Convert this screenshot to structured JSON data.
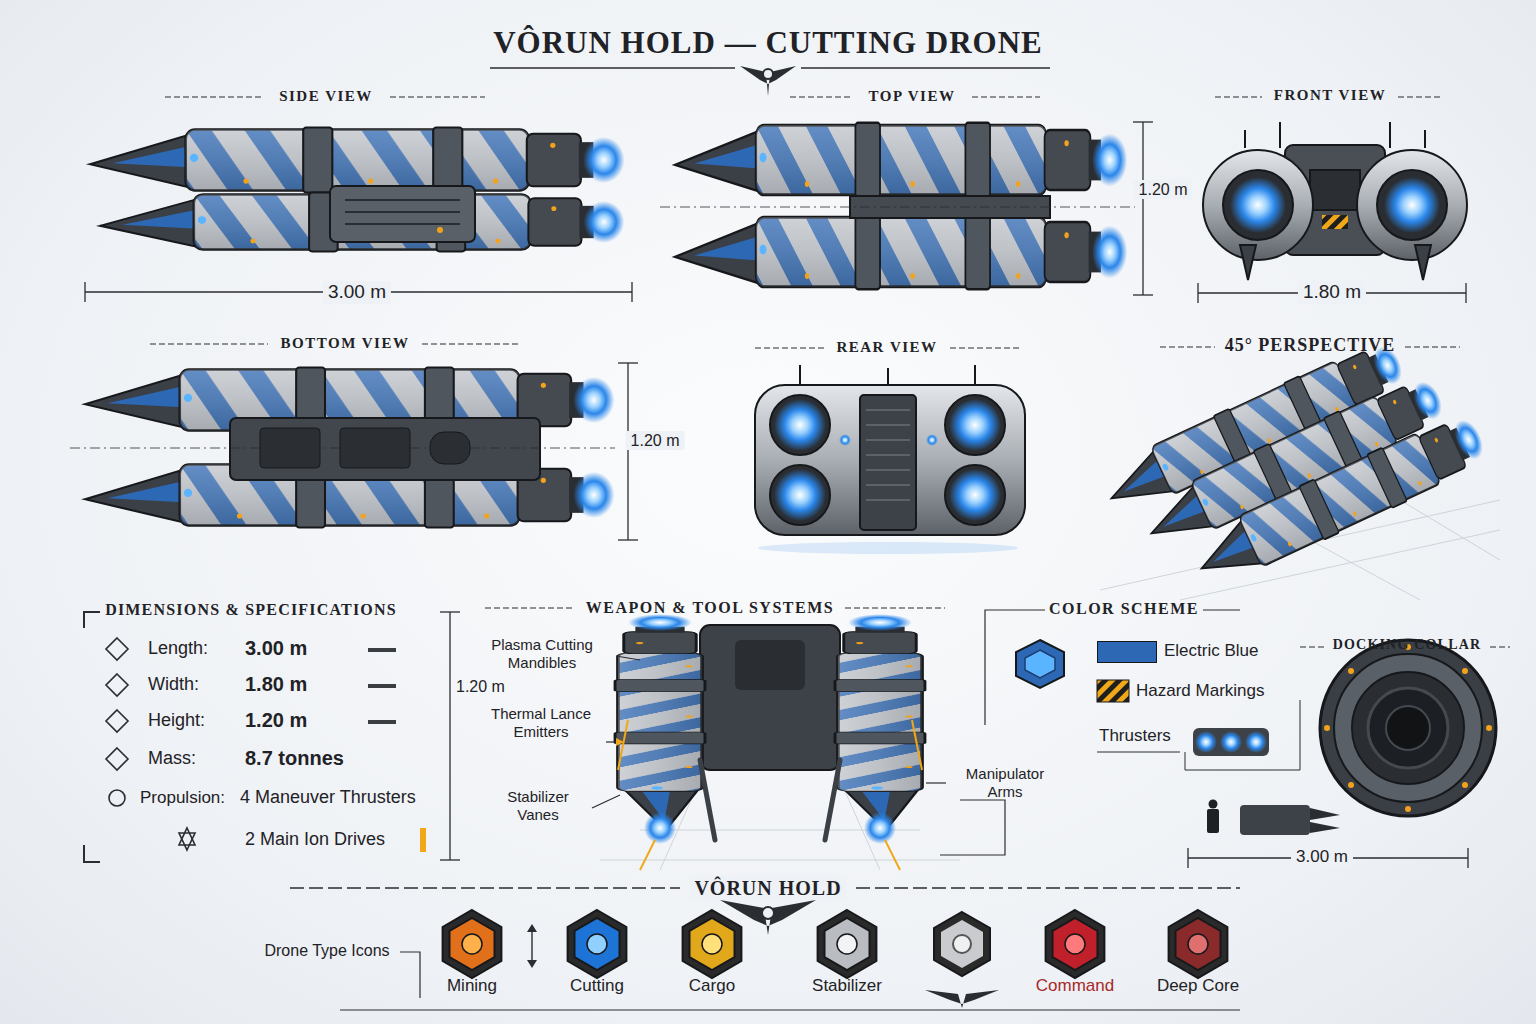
{
  "diagram": {
    "title": "VÔRUN HOLD — CUTTING DRONE",
    "nodes": [
      {
        "text": [
          "DIMENSIONS & SPECIFICATIONS"
        ]
      },
      {
        "text": [
          "Mining"
        ]
      },
      {
        "text": [
          "Cutting"
        ]
      },
      {
        "text": [
          "Cargo"
        ]
      },
      {
        "text": [
          "Stabilizer"
        ]
      },
      {
        "text": [
          "Command"
        ]
      },
      {
        "text": [
          "Deep Core"
        ]
      }
    ],
    "labels": [
      "SIDE VIEW",
      "3.00 m",
      "TOP VIEW",
      "1.20 m",
      "FRONT VIEW",
      "1.80 m",
      "BOTTOM VIEW",
      "1.20 m",
      "REAR VIEW",
      "45° PERSPECTIVE",
      "Length:",
      "3.00 m",
      "Width:",
      "1.80 m",
      "Height:",
      "1.20 m",
      "Mass:",
      "8.7 tonnes",
      "Propulsion:",
      "4 Maneuver Thrusters",
      "2 Main Ion Drives",
      "1.20 m",
      "WEAPON & TOOL SYSTEMS",
      "Plasma Cutting Mandibles",
      "Thermal Lance Emitters",
      "Stabilizer Vanes",
      "Manipulator Arms",
      "COLOR SCHEME",
      "DOCKING COLLAR",
      "3.00 m",
      "VÔRUN HOLD",
      "Drone Type Icons"
    ],
    "legend": [
      {
        "text": "Electric Blue",
        "color": "#2d68b5"
      },
      {
        "text": "Hazard Markings"
      },
      {
        "text": "Thrusters"
      }
    ]
  }
}
